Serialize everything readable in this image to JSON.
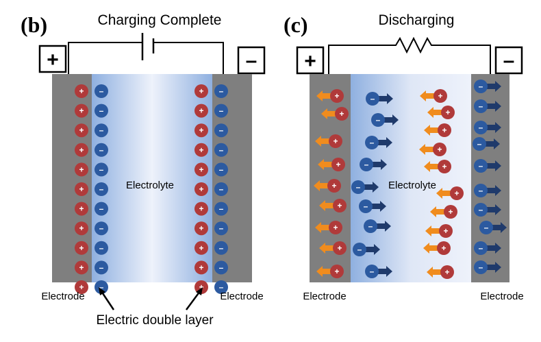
{
  "panel_b": {
    "label": "(b)",
    "title": "Charging Complete",
    "plus_symbol": "+",
    "minus_symbol": "–",
    "electrode_left_label": "Electrode",
    "electrode_right_label": "Electrode",
    "electrolyte_label": "Electrolyte",
    "double_layer_label": "Electric double layer",
    "circuit_element": "battery-symbol"
  },
  "panel_c": {
    "label": "(c)",
    "title": "Discharging",
    "plus_symbol": "+",
    "minus_symbol": "–",
    "electrode_left_label": "Electrode",
    "electrode_right_label": "Electrode",
    "electrolyte_label": "Electrolyte",
    "circuit_element": "resistor-symbol"
  },
  "ions": {
    "positive_symbol": "+",
    "negative_symbol": "–",
    "positive_color": "#b03a3a",
    "negative_color": "#2c5aa0",
    "positive_arrow_color": "#f08c1e",
    "negative_arrow_color": "#1f3a6b"
  },
  "colors": {
    "electrode": "#7f7f7f",
    "electrolyte_edge": "#8fb0e0",
    "electrolyte_center": "#eef2fb"
  }
}
